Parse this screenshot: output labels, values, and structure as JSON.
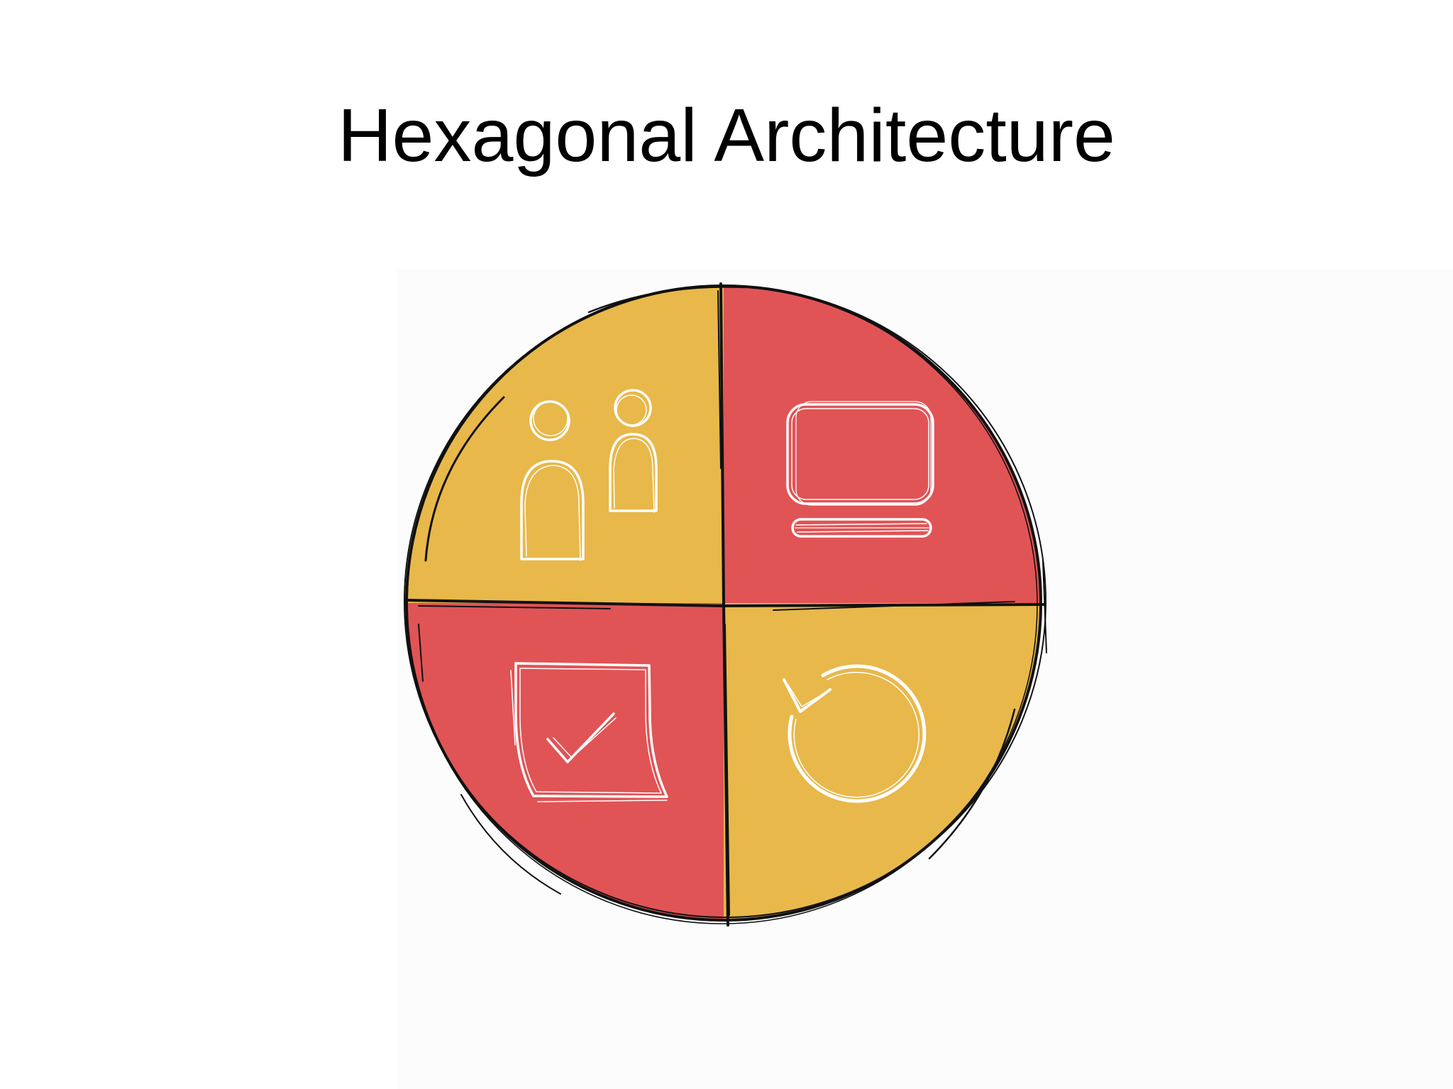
{
  "slide": {
    "title": "Hexagonal Architecture"
  },
  "diagram": {
    "quadrants": [
      {
        "position": "top-left",
        "color": "#E8B84B",
        "icon": "users-icon"
      },
      {
        "position": "top-right",
        "color": "#E05456",
        "icon": "monitor-icon"
      },
      {
        "position": "bottom-left",
        "color": "#E05456",
        "icon": "checked-document-icon"
      },
      {
        "position": "bottom-right",
        "color": "#E8B84B",
        "icon": "refresh-cycle-icon"
      }
    ],
    "colors": {
      "yellow": "#E8B84B",
      "red": "#E05456",
      "outline": "#111111",
      "icon_stroke": "#FFFFFF"
    }
  }
}
